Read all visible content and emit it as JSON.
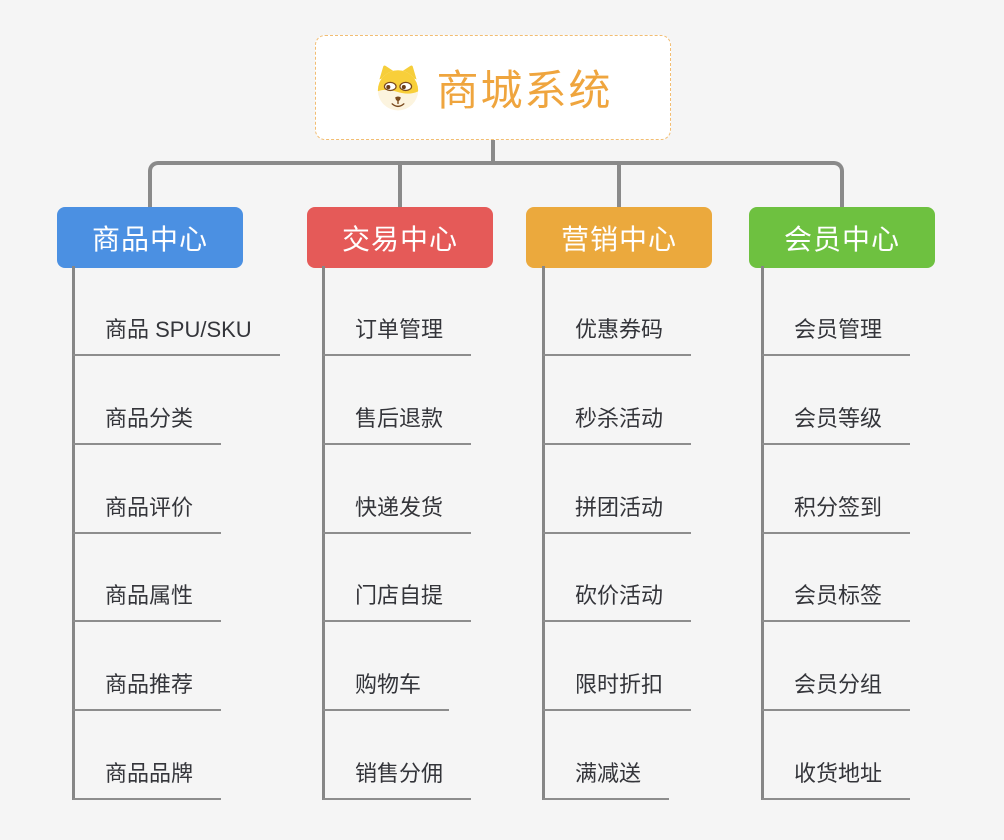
{
  "root": {
    "title": "商城系统",
    "icon": "dog-icon"
  },
  "branches": [
    {
      "id": "product-center",
      "label": "商品中心",
      "color": "#4B90E2",
      "children": [
        "商品 SPU/SKU",
        "商品分类",
        "商品评价",
        "商品属性",
        "商品推荐",
        "商品品牌"
      ]
    },
    {
      "id": "trade-center",
      "label": "交易中心",
      "color": "#E55A58",
      "children": [
        "订单管理",
        "售后退款",
        "快递发货",
        "门店自提",
        "购物车",
        "销售分佣"
      ]
    },
    {
      "id": "marketing-center",
      "label": "营销中心",
      "color": "#EBA93D",
      "children": [
        "优惠券码",
        "秒杀活动",
        "拼团活动",
        "砍价活动",
        "限时折扣",
        "满减送"
      ]
    },
    {
      "id": "member-center",
      "label": "会员中心",
      "color": "#6EC140",
      "children": [
        "会员管理",
        "会员等级",
        "积分签到",
        "会员标签",
        "会员分组",
        "收货地址"
      ]
    }
  ],
  "style": {
    "background": "#F5F5F5",
    "connector_color": "#8A8A8A",
    "root_accent": "#EFA53E",
    "leaf_text_color": "#34353A"
  }
}
